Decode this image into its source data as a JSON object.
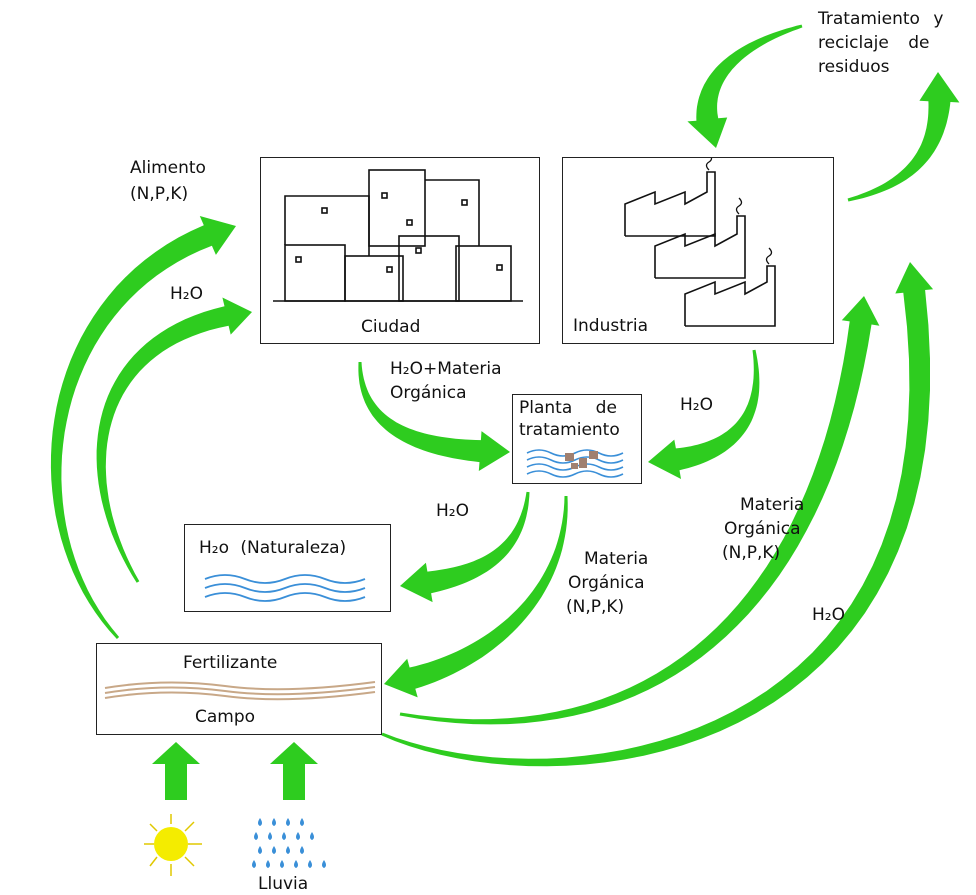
{
  "nodes": {
    "tratamiento_reciclaje": "Tratamiento y reciclaje de residuos",
    "tratamiento_line1": "Tratamiento y",
    "tratamiento_line2": "reciclaje de",
    "tratamiento_line3": "residuos",
    "ciudad": "Ciudad",
    "industria": "Industria",
    "planta_line1": "Planta de",
    "planta_line2": "tratamiento",
    "naturaleza": "H₂o (Naturaleza)",
    "fertilizante": "Fertilizante",
    "campo": "Campo",
    "lluvia": "Lluvia"
  },
  "edge_labels": {
    "alimento_line1": "Alimento",
    "alimento_line2": "(N,P,K)",
    "h2o_campo_ciudad": "H₂O",
    "h2o_materia_line1": "H₂O+Materia",
    "h2o_materia_line2": "Orgánica",
    "h2o_industria": "H₂O",
    "h2o_planta_naturaleza": "H₂O",
    "materia_planta_line1": "Materia",
    "materia_planta_line2": "Orgánica",
    "materia_planta_line3": "(N,P,K)",
    "materia_campo_line1": "Materia",
    "materia_campo_line2": "Orgánica",
    "materia_campo_line3": "(N,P,K)",
    "h2o_campo_industria": "H₂O"
  },
  "colors": {
    "arrow": "#2ecc1f",
    "water": "#3a8fd8",
    "soil": "#c8a888",
    "sun": "#f4ec00",
    "sun_ray": "#e0c800",
    "rain": "#3a8fd8"
  }
}
